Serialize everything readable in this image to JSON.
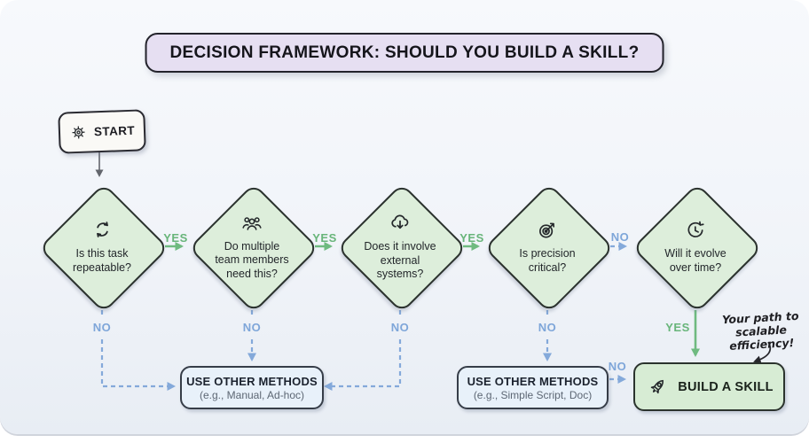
{
  "title": "DECISION FRAMEWORK: SHOULD YOU BUILD A SKILL?",
  "start": {
    "label": "START"
  },
  "decisions": [
    {
      "question": "Is this task\nrepeatable?"
    },
    {
      "question": "Do multiple\nteam members\nneed this?"
    },
    {
      "question": "Does it involve\nexternal\nsystems?"
    },
    {
      "question": "Is precision\ncritical?"
    },
    {
      "question": "Will it evolve\nover time?"
    }
  ],
  "edges": {
    "repeatable_yes": "YES",
    "team_yes": "YES",
    "external_yes": "YES",
    "precision_no_right": "NO",
    "repeatable_no": "NO",
    "team_no": "NO",
    "external_no": "NO",
    "precision_no_down": "NO",
    "evolve_yes": "YES",
    "other2_no": "NO"
  },
  "outcomes": {
    "other_methods_1": {
      "title": "USE OTHER METHODS",
      "subtitle": "(e.g., Manual, Ad-hoc)"
    },
    "other_methods_2": {
      "title": "USE OTHER METHODS",
      "subtitle": "(e.g., Simple Script, Doc)"
    },
    "build_skill": {
      "label": "BUILD A SKILL"
    }
  },
  "annotation": {
    "text": "Your path to\nscalable efficiency!"
  },
  "colors": {
    "yes_green": "#6fba80",
    "no_blue": "#84a9da",
    "diamond_fill": "#ddeedb",
    "title_fill": "#e6dff2",
    "outcome_fill": "#e8f1fa",
    "build_fill": "#d7ecd4"
  }
}
